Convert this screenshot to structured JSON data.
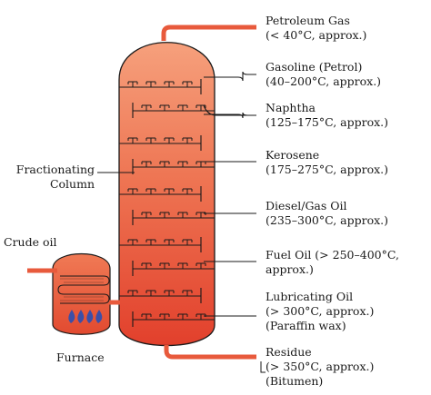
{
  "labels": {
    "crude_oil": "Crude oil",
    "furnace": "Furnace",
    "column_line1": "Fractionating",
    "column_line2": "Column"
  },
  "fractions": [
    {
      "name": "Petroleum Gas",
      "line2": "(< 40°C, approx.)",
      "line3": ""
    },
    {
      "name": "Gasoline (Petrol)",
      "line2": "(40–200°C, approx.)",
      "line3": ""
    },
    {
      "name": "Naphtha",
      "line2": "(125–175°C, approx.)",
      "line3": ""
    },
    {
      "name": "Kerosene",
      "line2": "(175–275°C, approx.)",
      "line3": ""
    },
    {
      "name": "Diesel/Gas Oil",
      "line2": "(235–300°C, approx.)",
      "line3": ""
    },
    {
      "name": "Fuel Oil (> 250–400°C,",
      "line2": "approx.)",
      "line3": ""
    },
    {
      "name": "Lubricating Oil",
      "line2": "(> 300°C, approx.)",
      "line3": "(Paraffin wax)"
    },
    {
      "name": "Residue",
      "line2": "(> 350°C, approx.)",
      "line3": "(Bitumen)"
    }
  ],
  "colors": {
    "column_top": "#f6a07c",
    "column_bottom": "#e2402c",
    "pipe": "#e85a3c",
    "outline": "#1a1a1a",
    "flame": "#3b4fa8"
  }
}
